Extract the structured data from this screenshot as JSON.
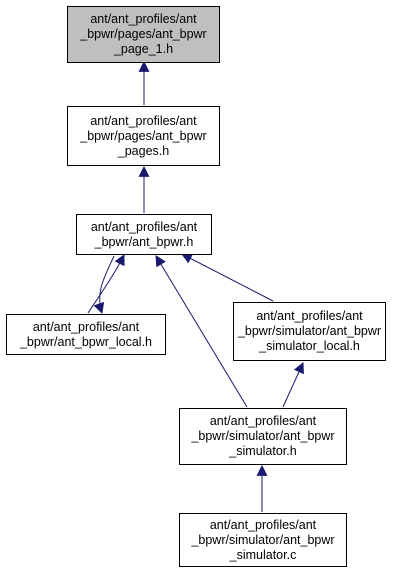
{
  "colors": {
    "edge": "#191970",
    "current_node_fill": "#bfbfbf"
  },
  "nodes": {
    "page1": {
      "lines": [
        "ant/ant_profiles/ant",
        "_bpwr/pages/ant_bpwr",
        "_page_1.h"
      ]
    },
    "pages": {
      "lines": [
        "ant/ant_profiles/ant",
        "_bpwr/pages/ant_bpwr",
        "_pages.h"
      ]
    },
    "bpwr": {
      "lines": [
        "ant/ant_profiles/ant",
        "_bpwr/ant_bpwr.h"
      ]
    },
    "bpwr_local": {
      "lines": [
        "ant/ant_profiles/ant",
        "_bpwr/ant_bpwr_local.h"
      ]
    },
    "sim_local": {
      "lines": [
        "ant/ant_profiles/ant",
        "_bpwr/simulator/ant_bpwr",
        "_simulator_local.h"
      ]
    },
    "simulator_h": {
      "lines": [
        "ant/ant_profiles/ant",
        "_bpwr/simulator/ant_bpwr",
        "_simulator.h"
      ]
    },
    "simulator_c": {
      "lines": [
        "ant/ant_profiles/ant",
        "_bpwr/simulator/ant_bpwr",
        "_simulator.c"
      ]
    }
  }
}
